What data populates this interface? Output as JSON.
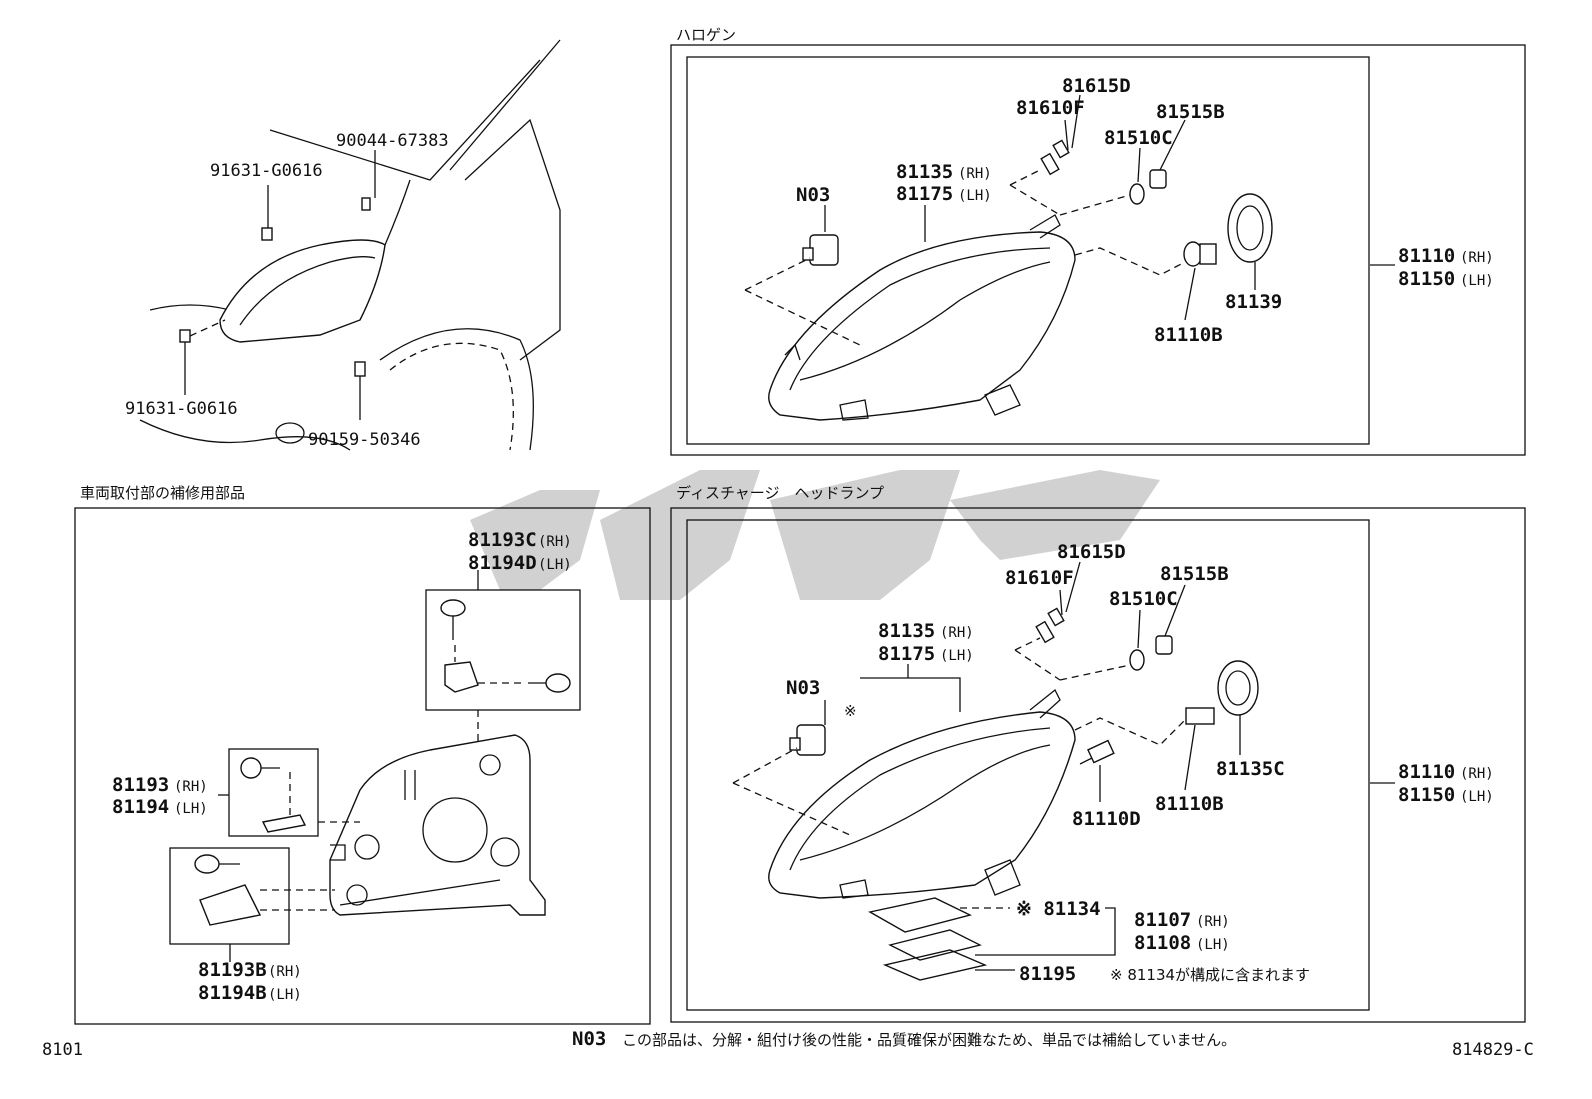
{
  "overview": {
    "labels": [
      "90044-67383",
      "91631-G0616",
      "91631-G0616",
      "90159-50346"
    ]
  },
  "halogen": {
    "title": "ハロゲン",
    "labels": {
      "p81615D": "81615D",
      "p81610F": "81610F",
      "p81515B": "81515B",
      "p81510C": "81510C",
      "p81135": "81135",
      "p81175": "81175",
      "rh": "(RH)",
      "lh": "(LH)",
      "n03": "N03",
      "p81139": "81139",
      "p81110B": "81110B",
      "p81110": "81110",
      "p81150": "81150"
    }
  },
  "repair": {
    "title": "車両取付部の補修用部品",
    "labels": {
      "p81193C": "81193C",
      "p81194D": "81194D",
      "p81193": "81193",
      "p81194": "81194",
      "p81193B": "81193B",
      "p81194B": "81194B",
      "rh": "(RH)",
      "lh": "(LH)"
    }
  },
  "discharge": {
    "title": "ディスチャージ　ヘッドランプ",
    "labels": {
      "p81615D": "81615D",
      "p81610F": "81610F",
      "p81515B": "81515B",
      "p81510C": "81510C",
      "p81135": "81135",
      "p81175": "81175",
      "rh": "(RH)",
      "lh": "(LH)",
      "n03": "N03",
      "mark": "※",
      "p81135C": "81135C",
      "p81110B": "81110B",
      "p81110D": "81110D",
      "p81110": "81110",
      "p81150": "81150",
      "p81134": "※ 81134",
      "p81107": "81107",
      "p81108": "81108",
      "p81195": "81195",
      "note": "※ 81134が構成に含まれます"
    }
  },
  "footer": {
    "left_code": "8101",
    "n03": "N03",
    "note": "この部品は、分解・組付け後の性能・品質確保が困難なため、単品では補給していません。",
    "right_code": "814829-C"
  }
}
